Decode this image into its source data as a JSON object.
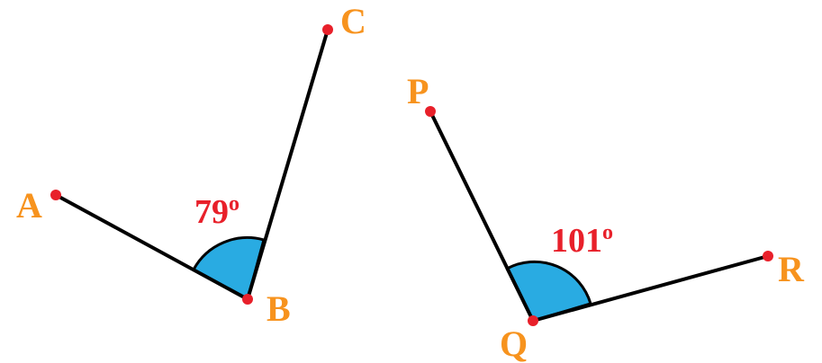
{
  "colors": {
    "label": "#F7931E",
    "point": "#E8202A",
    "angle_text": "#E8202A",
    "sector_fill": "#29ABE2",
    "line": "#000000"
  },
  "figure1": {
    "points": {
      "a": "A",
      "b": "B",
      "c": "C"
    },
    "angle": {
      "value": "79",
      "unit": "o"
    }
  },
  "figure2": {
    "points": {
      "p": "P",
      "q": "Q",
      "r": "R"
    },
    "angle": {
      "value": "101",
      "unit": "o"
    }
  }
}
